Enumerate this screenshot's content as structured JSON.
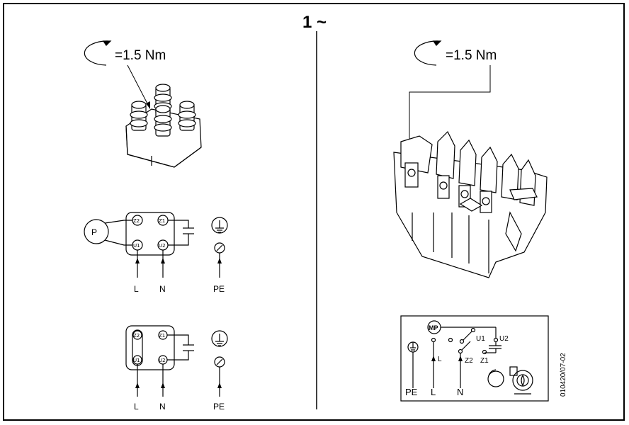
{
  "title": "1 ~",
  "torque_left": "=1.5 Nm",
  "torque_right": "=1.5 Nm",
  "diagram1": {
    "motor": "P",
    "terminals": [
      "Z2",
      "Z1",
      "U1",
      "U2"
    ],
    "labels": [
      "L",
      "N",
      "PE"
    ]
  },
  "diagram2": {
    "terminals": [
      "Z2",
      "Z1",
      "U1",
      "U2"
    ],
    "labels": [
      "L",
      "N",
      "PE"
    ]
  },
  "plate": {
    "motor": "MP",
    "terminals": [
      "U1",
      "U2",
      "Z2",
      "Z1"
    ],
    "labels": [
      "PE",
      "L",
      "N"
    ],
    "inner_labels": [
      "L",
      "N"
    ]
  },
  "doc_id": "010420/07-02"
}
